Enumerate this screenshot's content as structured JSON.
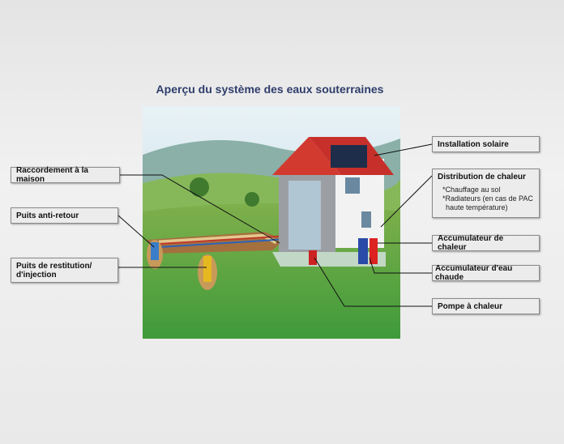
{
  "title": "Aperçu du système des eaux souterraines",
  "labels": {
    "raccordement": "Raccordement à la maison",
    "anti_retour": "Puits anti-retour",
    "restitution_1": "Puits de restitution/",
    "restitution_2": "d'injection",
    "solaire": "Installation solaire",
    "distribution": "Distribution de chaleur",
    "distribution_items": [
      "*Chauffage au sol",
      "*Radiateurs  (en cas de PAC",
      "haute température)"
    ],
    "accu_chaleur": "Accumulateur de chaleur",
    "accu_eau": "Accumulateur d'eau chaude",
    "pompe": "Pompe à chaleur"
  }
}
